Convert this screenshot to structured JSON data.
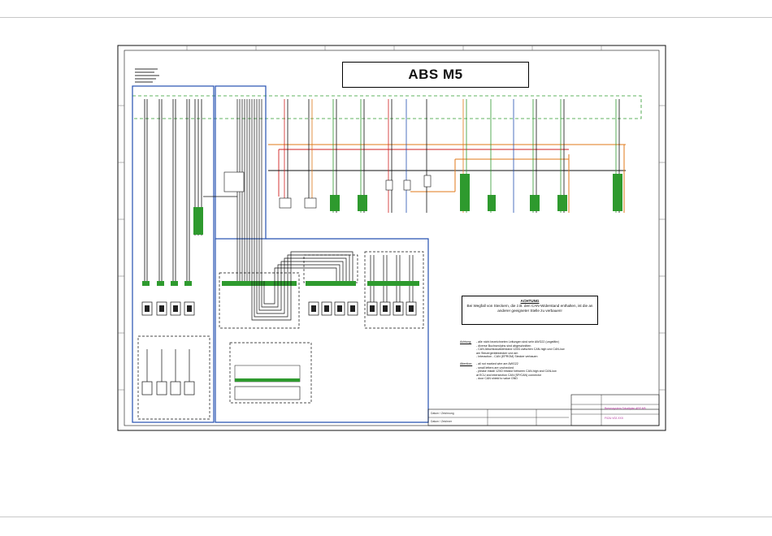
{
  "document": {
    "title": "ABS M5",
    "warning": {
      "heading": "ACHTUNG",
      "text": "Bei Wegfall von Steckern, die z.B. den CAN-Widerstand enthalten, ist die an anderer geeigneter Stelle zu verbauen!"
    },
    "notes": [
      {
        "label": "Achtung:",
        "lines": [
          "- alle nicht bezeichneten Leitungen sind sehr AWG22 (ungefähr)",
          "- diverse Buchsen/pins sind abgeschnitten",
          "- CAN Abschlusswiderstand 120Ω zwischen CAN-high und CAN-low",
          "  am Steuergerätestecker und am",
          "- Interaction - CAN (EPROM) Stecker verbauen"
        ]
      },
      {
        "label": "Attention:",
        "lines": [
          "- all not marked wire are AWG22",
          "- small letters are unchecked",
          "- please install 120Ω resistor between CAN-high and CAN-low",
          "  at ECU and intersection CAN (SP/CAN) connector",
          "- door CAN shield to value GND"
        ]
      }
    ],
    "title_block": {
      "drawing_name": "Bremssystem Schaltplan ABS M5",
      "doc_number": "F02U.V02.XXX",
      "left_field_1": "Datum / Zeichnung",
      "left_field_2": "Datum / Zeichner"
    }
  },
  "colors": {
    "blue_frame": "#2450b0",
    "green_bus": "#2e9a2e",
    "orange": "#e07a1a",
    "red": "#d02020",
    "black": "#111111",
    "pink_text": "#b0309a"
  }
}
